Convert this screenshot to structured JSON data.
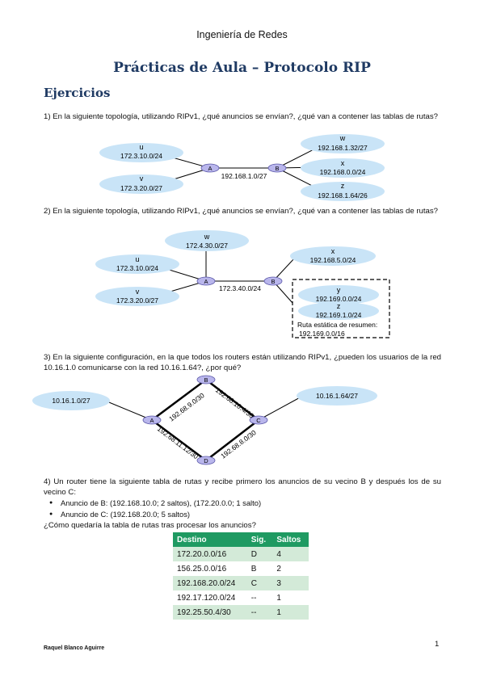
{
  "header": "Ingeniería de Redes",
  "title": "Prácticas de Aula – Protocolo RIP",
  "section": "Ejercicios",
  "q1": {
    "text": "1) En la siguiente topología, utilizando RIPv1, ¿qué anuncios se envían?, ¿qué van a contener las tablas de rutas?",
    "nets": [
      {
        "name": "u",
        "addr": "172.3.10.0/24"
      },
      {
        "name": "v",
        "addr": "172.3.20.0/27"
      },
      {
        "name": "w",
        "addr": "192.168.1.32/27"
      },
      {
        "name": "x",
        "addr": "192.168.0.0/24"
      },
      {
        "name": "z",
        "addr": "192.168.1.64/26"
      }
    ],
    "router_a": "A",
    "router_b": "B",
    "link": "192.168.1.0/27"
  },
  "q2": {
    "text": "2) En la siguiente topología, utilizando RIPv1, ¿qué anuncios se envían?, ¿qué van a contener las tablas de rutas?",
    "nets": [
      {
        "name": "w",
        "addr": "172.4.30.0/27"
      },
      {
        "name": "u",
        "addr": "172.3.10.0/24"
      },
      {
        "name": "v",
        "addr": "172.3.20.0/27"
      },
      {
        "name": "x",
        "addr": "192.168.5.0/24"
      },
      {
        "name": "y",
        "addr": "192.169.0.0/24"
      },
      {
        "name": "z",
        "addr": "192.169.1.0/24"
      }
    ],
    "router_a": "A",
    "router_b": "B",
    "link": "172.3.40.0/24",
    "static_label": "Ruta estática de resumen:",
    "static_route": "192.169.0.0/16"
  },
  "q3": {
    "text": "3) En la siguiente configuración, en la que todos los routers están utilizando RIPv1, ¿pueden los usuarios de la red 10.16.1.0 comunicarse con la red 10.16.1.64?, ¿por qué?",
    "net_left": "10.16.1.0/27",
    "net_right": "10.16.1.64/27",
    "routers": [
      "A",
      "B",
      "C",
      "D"
    ],
    "links": {
      "ab": "192.68.9.0/30",
      "bc": "192.68.10.4/30",
      "ad": "192.68.11.12/30",
      "dc": "192.68.8.0/30"
    }
  },
  "q4": {
    "text": "4) Un router tiene la siguiente tabla de rutas y recibe primero los anuncios de su vecino B y después los de su vecino C:",
    "bullets": [
      "Anuncio de B: (192.168.10.0; 2 saltos), (172.20.0.0; 1 salto)",
      "Anuncio de C: (192.168.20.0; 5 saltos)"
    ],
    "question": "¿Cómo quedaría la tabla de rutas tras procesar los anuncios?",
    "table": {
      "headers": [
        "Destino",
        "Sig.",
        "Saltos"
      ],
      "rows": [
        [
          "172.20.0.0/16",
          "D",
          "4"
        ],
        [
          "156.25.0.0/16",
          "B",
          "2"
        ],
        [
          "192.168.20.0/24",
          "C",
          "3"
        ],
        [
          "192.17.120.0/24",
          "--",
          "1"
        ],
        [
          "192.25.50.4/30",
          "--",
          "1"
        ]
      ]
    }
  },
  "footer": {
    "author": "Raquel Blanco Aguirre",
    "page": "1"
  },
  "colors": {
    "cloud": "#c9e4f7",
    "router": "#b9b6ec",
    "title": "#1f3a63",
    "table_header": "#1f9a62",
    "table_band": "#d3ead8"
  }
}
